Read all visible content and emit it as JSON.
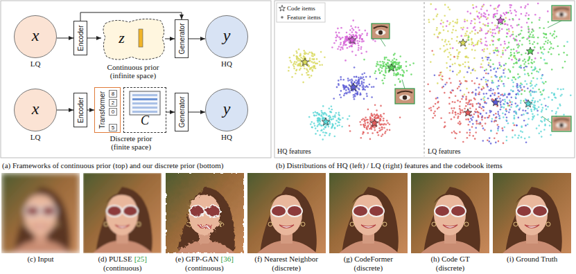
{
  "diagram": {
    "nodes": [
      {
        "text": [
          "x",
          "LQ"
        ]
      },
      {
        "text": [
          "Encoder"
        ]
      },
      {
        "text": [
          "z",
          "Continuous prior (infinite space)"
        ]
      },
      {
        "text": [
          "Generator"
        ]
      },
      {
        "text": [
          "y",
          "HQ"
        ]
      },
      {
        "text": [
          "x",
          "LQ"
        ]
      },
      {
        "text": [
          "Encoder"
        ]
      },
      {
        "text": [
          "Transformer"
        ]
      },
      {
        "text": [
          "C",
          "Discrete prior (finite space)"
        ]
      },
      {
        "text": [
          "Generator"
        ]
      },
      {
        "text": [
          "y",
          "HQ"
        ]
      }
    ],
    "edges": [
      {
        "from": 0,
        "to": 1,
        "arrow": "to"
      },
      {
        "from": 1,
        "to": 2,
        "arrow": "to"
      },
      {
        "from": 2,
        "to": 3,
        "arrow": "to"
      },
      {
        "from": 3,
        "to": 4,
        "arrow": "to"
      },
      {
        "from": 1,
        "to": 3,
        "arrow": "to"
      },
      {
        "from": 5,
        "to": 6,
        "arrow": "to"
      },
      {
        "from": 6,
        "to": 7,
        "arrow": "to"
      },
      {
        "from": 8,
        "to": 9,
        "arrow": "to"
      },
      {
        "from": 9,
        "to": 10,
        "arrow": "to"
      }
    ],
    "labels": [
      "8",
      "2",
      "0",
      "5",
      "(a) Frameworks of continuous prior (top) and our discrete prior (bottom)",
      "HQ features",
      "LQ features",
      "(b) Distributions of HQ (left) / LQ (right) features and the codebook items",
      "(c) Input",
      "(d) PULSE",
      "[25]",
      "(continuous)",
      "(e) GFP-GAN",
      "[36]",
      "(continuous)",
      "(f) Nearest Neighbor",
      "(discrete)",
      "(g) CodeFormer",
      "(discrete)",
      "(h) Code GT",
      "(discrete)",
      "(i) Ground Truth"
    ],
    "legend": [
      {
        "text": "Code items"
      },
      {
        "text": "Feature items"
      }
    ]
  }
}
